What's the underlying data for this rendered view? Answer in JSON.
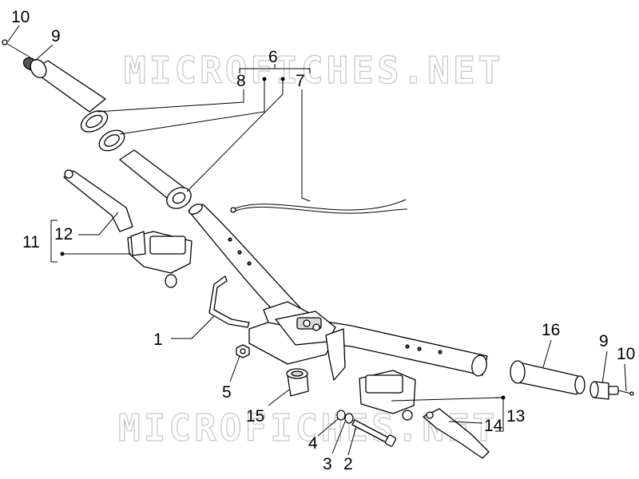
{
  "watermark": {
    "text": "MICROFICHES.NET",
    "color": "#c6c6c6"
  },
  "callouts": {
    "c1": "1",
    "c2": "2",
    "c3": "3",
    "c4": "4",
    "c5": "5",
    "c6": "6",
    "c7": "7",
    "c8": "8",
    "c9_left": "9",
    "c9_right": "9",
    "c10_left": "10",
    "c10_right": "10",
    "c11": "11",
    "c12": "12",
    "c13": "13",
    "c14": "14",
    "c15": "15",
    "c16": "16"
  }
}
